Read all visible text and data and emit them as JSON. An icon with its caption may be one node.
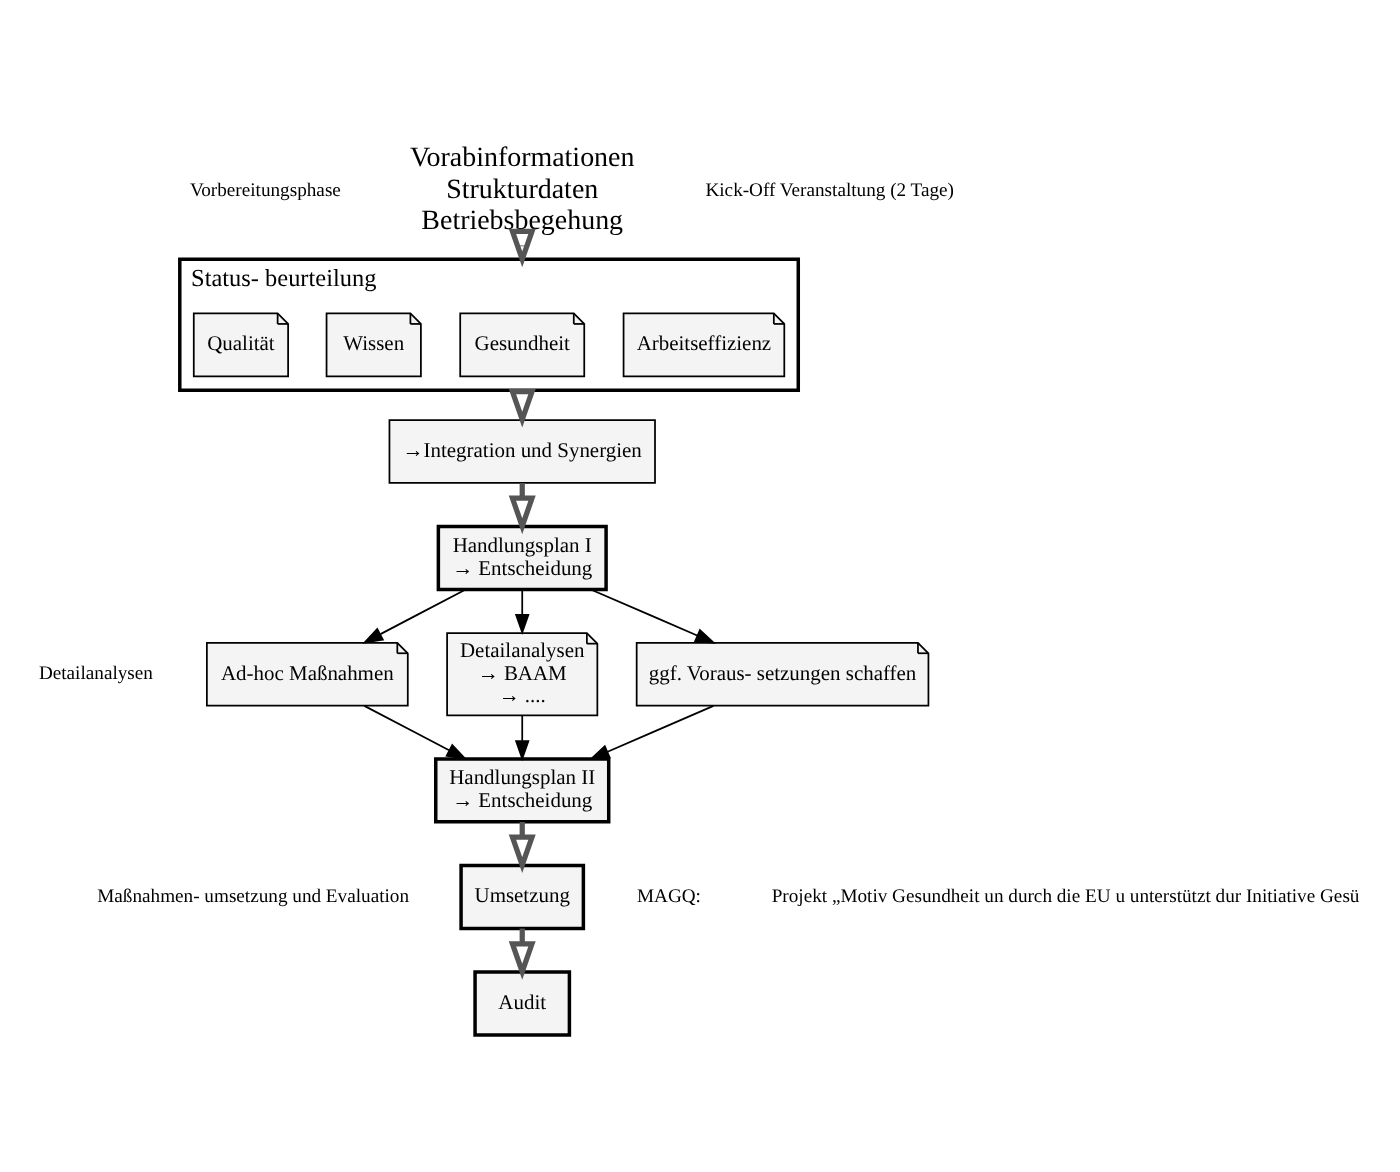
{
  "diagram": {
    "nodes": [
      {
        "text": [
          "Vorabinformationen",
          "Strukturdaten",
          "Betriebsbegehung"
        ]
      },
      {
        "text": [
          "Status- beurteilung"
        ]
      },
      {
        "text": [
          "Qualität"
        ],
        "in": 1
      },
      {
        "text": [
          "Wissen"
        ],
        "in": 1
      },
      {
        "text": [
          "Gesundheit"
        ],
        "in": 1
      },
      {
        "text": [
          "Arbeitseffizienz"
        ],
        "in": 1
      },
      {
        "text": [
          "→Integration und Synergien"
        ]
      },
      {
        "text": [
          "Handlungsplan I",
          "→ Entscheidung"
        ]
      },
      {
        "text": [
          "Ad-hoc Maßnahmen"
        ]
      },
      {
        "text": [
          "Detailanalysen",
          "→ BAAM",
          "→ ...."
        ]
      },
      {
        "text": [
          "ggf. Voraus- setzungen schaffen"
        ]
      },
      {
        "text": [
          "Handlungsplan II",
          "→ Entscheidung"
        ]
      },
      {
        "text": [
          "Umsetzung"
        ]
      },
      {
        "text": [
          "Audit"
        ]
      }
    ],
    "edges": [
      {
        "from": 0,
        "to": 1,
        "arrow": "to",
        "style": "thick"
      },
      {
        "from": 1,
        "to": 6,
        "arrow": "to",
        "style": "thick"
      },
      {
        "from": 6,
        "to": 7,
        "arrow": "to",
        "style": "thick"
      },
      {
        "from": 7,
        "to": 8,
        "arrow": "to"
      },
      {
        "from": 7,
        "to": 9,
        "arrow": "to"
      },
      {
        "from": 7,
        "to": 10,
        "arrow": "to"
      },
      {
        "from": 8,
        "to": 11,
        "arrow": "to"
      },
      {
        "from": 9,
        "to": 11,
        "arrow": "to"
      },
      {
        "from": 10,
        "to": 11,
        "arrow": "to"
      },
      {
        "from": 11,
        "to": 12,
        "arrow": "to",
        "style": "thick"
      },
      {
        "from": 12,
        "to": 13,
        "arrow": "to",
        "style": "thick"
      }
    ],
    "labels": [
      "Vorbereitungsphase",
      "Kick-Off Veranstaltung (2 Tage)",
      "Detailanalysen",
      "Maßnahmen- umsetzung und Evaluation",
      "MAGQ:",
      "Projekt „Motiv Gesundheit un durch die EU u unterstützt dur Initiative Gesü"
    ]
  }
}
